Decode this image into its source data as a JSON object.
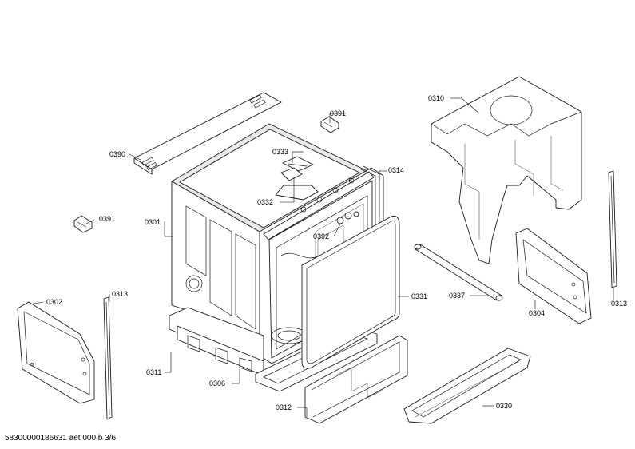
{
  "labels": {
    "p0390": "0390",
    "p0391a": "0391",
    "p0391b": "0391",
    "p0333": "0333",
    "p0332": "0332",
    "p0314": "0314",
    "p0301": "0301",
    "p0392": "0392",
    "p0310": "0310",
    "p0313a": "0313",
    "p0313b": "0313",
    "p0302": "0302",
    "p0311": "0311",
    "p0306": "0306",
    "p0331": "0331",
    "p0337": "0337",
    "p0304": "0304",
    "p0312": "0312",
    "p0330": "0330"
  },
  "footer": "58300000186631 aet 000 b 3/6"
}
